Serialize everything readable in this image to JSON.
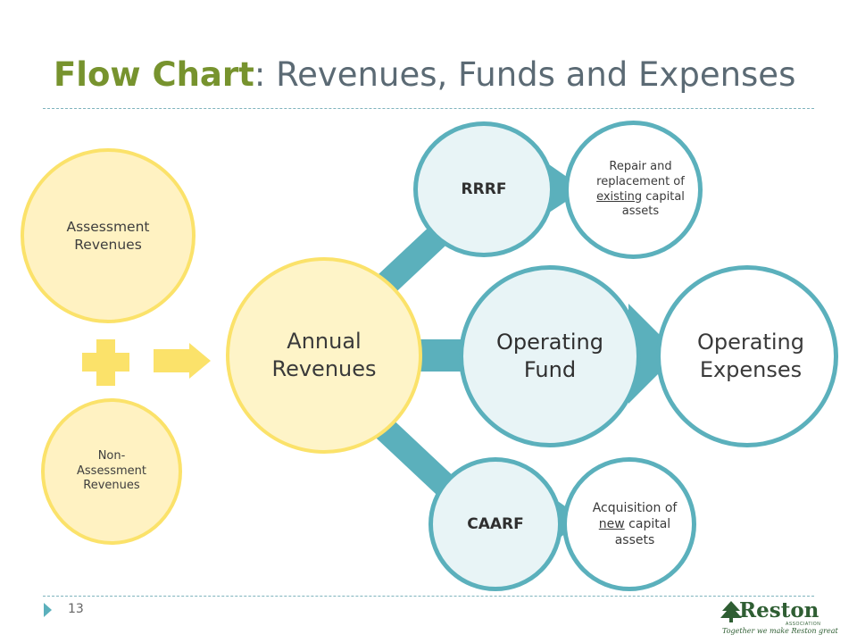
{
  "title": {
    "accent": "Flow Chart",
    "rest": ": Revenues, Funds and Expenses"
  },
  "nodes": {
    "assessment": "Assessment Revenues",
    "non_assessment": "Non-Assessment Revenues",
    "annual": "Annual Revenues",
    "rrrf": "RRRF",
    "rrrf_desc": {
      "before": "Repair and replacement of ",
      "emph": "existing",
      "after": " capital assets"
    },
    "operating_fund": "Operating Fund",
    "operating_expenses": "Operating Expenses",
    "caarf": "CAARF",
    "caarf_desc": {
      "before": "Acquisition of ",
      "emph": "new",
      "after": " capital assets"
    }
  },
  "footer": {
    "slide_number": "13",
    "logo_name": "Reston",
    "logo_assoc": "ASSOCIATION",
    "logo_tagline": "Together we make Reston great"
  },
  "colors": {
    "title_accent": "#77932e",
    "title_text": "#5b6a74",
    "yellow_fill": "#fff2c2",
    "yellow_border": "#fbe26a",
    "teal": "#5bb0bc",
    "teal_fill": "#e8f4f6"
  }
}
